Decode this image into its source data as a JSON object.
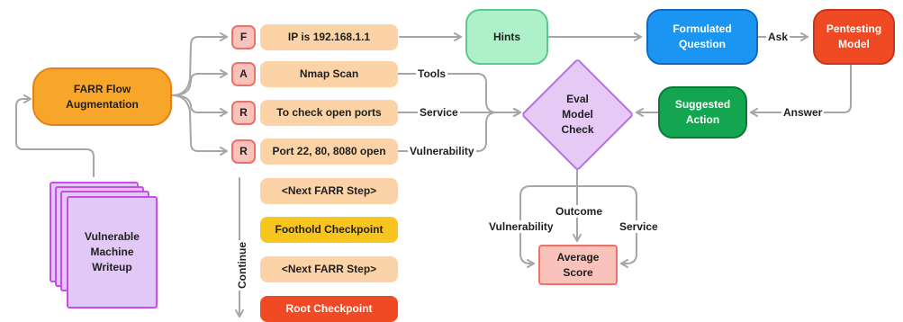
{
  "nodes": {
    "farr": "FARR Flow\nAugmentation",
    "writeup": "Vulnerable\nMachine\nWriteup",
    "hints": "Hints",
    "formulated": "Formulated\nQuestion",
    "pentesting": "Pentesting\nModel",
    "suggested": "Suggested\nAction",
    "eval": "Eval\nModel\nCheck",
    "average": "Average\nScore"
  },
  "farr_steps": [
    {
      "badge": "F",
      "text": "IP is 192.168.1.1"
    },
    {
      "badge": "A",
      "text": "Nmap Scan"
    },
    {
      "badge": "R",
      "text": "To check open ports"
    },
    {
      "badge": "R",
      "text": "Port 22, 80, 8080 open"
    }
  ],
  "sequence": {
    "next_step_1": "<Next FARR Step>",
    "foothold": "Foothold Checkpoint",
    "next_step_2": "<Next FARR Step>",
    "root": "Root Checkpoint",
    "continue_label": "Continue"
  },
  "edge_labels": {
    "tools": "Tools",
    "service": "Service",
    "vulnerability": "Vulnerability",
    "ask": "Ask",
    "answer": "Answer",
    "outcome": "Outcome",
    "vulnerability_score": "Vulnerability",
    "service_score": "Service"
  },
  "colors": {
    "farr_fill": "#f8a62a",
    "farr_border": "#e3821b",
    "hints_fill": "#adf0c9",
    "hints_border": "#5cc98c",
    "formulated_fill": "#1a96f2",
    "formulated_border": "#1169c2",
    "pentesting_fill": "#ef4a23",
    "pentesting_border": "#c7351a",
    "suggested_fill": "#14a550",
    "suggested_border": "#0a7a37",
    "foothold_fill": "#f8c51f",
    "root_fill": "#ef4a23",
    "step_fill": "#fbd3a6",
    "badge_fill": "#f9c2bb",
    "average_fill": "#f9c2bb",
    "average_border": "#ee7066",
    "eval_fill": "#e5caf6",
    "eval_border": "#b671e1",
    "connector": "#a6a6a6"
  }
}
